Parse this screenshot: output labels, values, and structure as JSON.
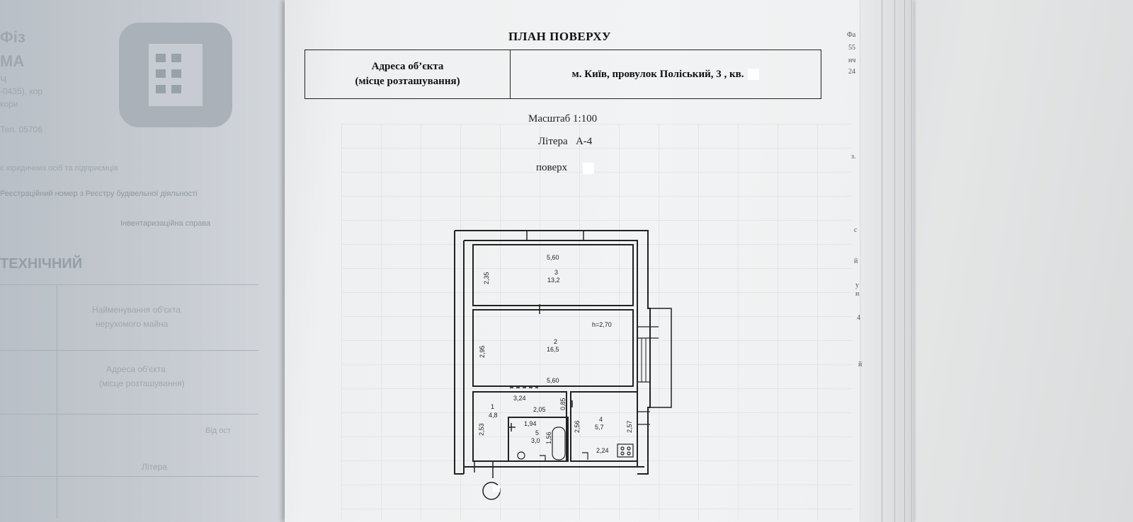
{
  "left_page": {
    "lines": [
      "Фіз",
      "МА",
      "Ч",
      "-0435), кор",
      "кори",
      "Тел. 05706",
      "є юридичних осіб та підприємців",
      "Реєстраційний номер з Реєстру будівельної діяльності",
      "Інвентаризаційна справа",
      "ТЕХНІЧНИЙ",
      "Найменування об'єкта",
      "нерухомого майна",
      "Адреса об'єкта",
      "(місце розташування)",
      "Від ост",
      "Літера"
    ]
  },
  "document": {
    "title": "ПЛАН ПОВЕРХУ",
    "address_label_line1": "Адреса об’єкта",
    "address_label_line2": "(місце розташування)",
    "address_value": "м. Київ, провулок Поліський, 3 , кв.",
    "scale": "Масштаб 1:100",
    "litera_label": "Літера",
    "litera_value": "А-4",
    "floor_label": "поверх"
  },
  "floor_plan": {
    "ceiling_height": "h=2,70",
    "rooms": [
      {
        "number": "3",
        "area": "13,2",
        "width": "5,60",
        "depth": "2,35"
      },
      {
        "number": "2",
        "area": "16,5",
        "width": "5,60",
        "depth": "2,95"
      },
      {
        "number": "1",
        "area": "4,8",
        "width": "2,05",
        "depth": "2,53",
        "extra": "3,24",
        "door": "0,85"
      },
      {
        "number": "5",
        "area": "3,0",
        "width": "1,94",
        "depth": "1,56"
      },
      {
        "number": "4",
        "area": "5,7",
        "width": "2,24",
        "depth": "2,56",
        "depth2": "2,57"
      }
    ]
  },
  "right_margin": [
    "Фа",
    "55",
    "нч",
    "24",
    "з.",
    "с",
    "й",
    "у",
    "и",
    "4",
    "й"
  ]
}
